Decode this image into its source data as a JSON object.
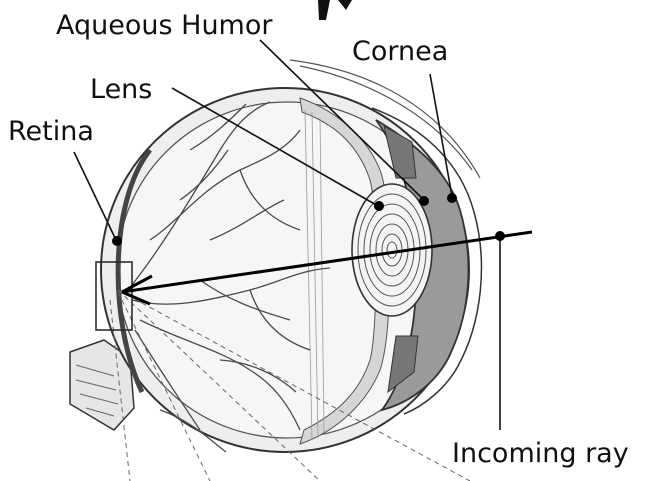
{
  "labels": {
    "aqueous_humor": "Aqueous Humor",
    "cornea": "Cornea",
    "lens": "Lens",
    "retina": "Retina",
    "incoming_ray": "Incoming ray"
  },
  "colors": {
    "outline": "#333333",
    "vein": "#4a4a4a",
    "sclera_fill": "#eeeeee",
    "cornea_fill": "#9a9a9a",
    "lens_fill": "#f4f4f4",
    "label": "#111111"
  }
}
